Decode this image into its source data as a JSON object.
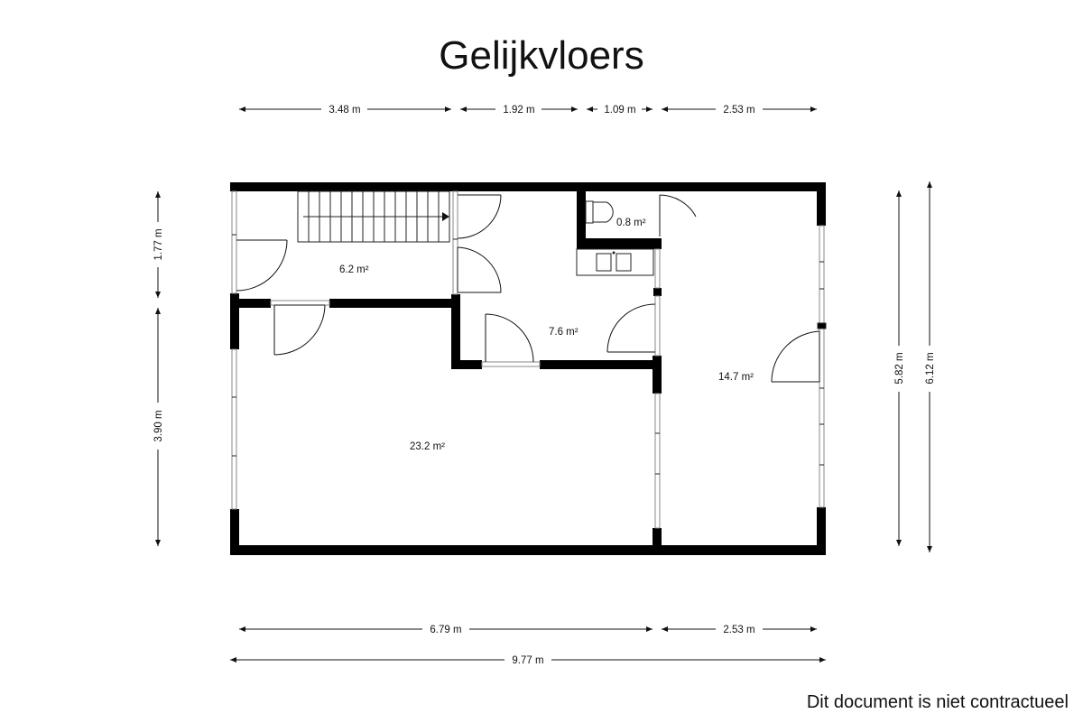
{
  "title": "Gelijkvloers",
  "footer_note": "Dit document is niet contractueel",
  "dimensions": {
    "top": [
      "3.48 m",
      "1.92 m",
      "1.09 m",
      "2.53 m"
    ],
    "bottom": [
      "6.79 m",
      "2.53 m"
    ],
    "total_width": "9.77 m",
    "left": [
      "1.77 m",
      "3.90 m"
    ],
    "right": [
      "5.82 m",
      "6.12 m"
    ]
  },
  "rooms": [
    {
      "id": "entrance-hall",
      "area": "6.2 m²"
    },
    {
      "id": "toilet",
      "area": "0.8 m²"
    },
    {
      "id": "hallway",
      "area": "7.6 m²"
    },
    {
      "id": "right-room",
      "area": "14.7 m²"
    },
    {
      "id": "living-room",
      "area": "23.2 m²"
    }
  ]
}
